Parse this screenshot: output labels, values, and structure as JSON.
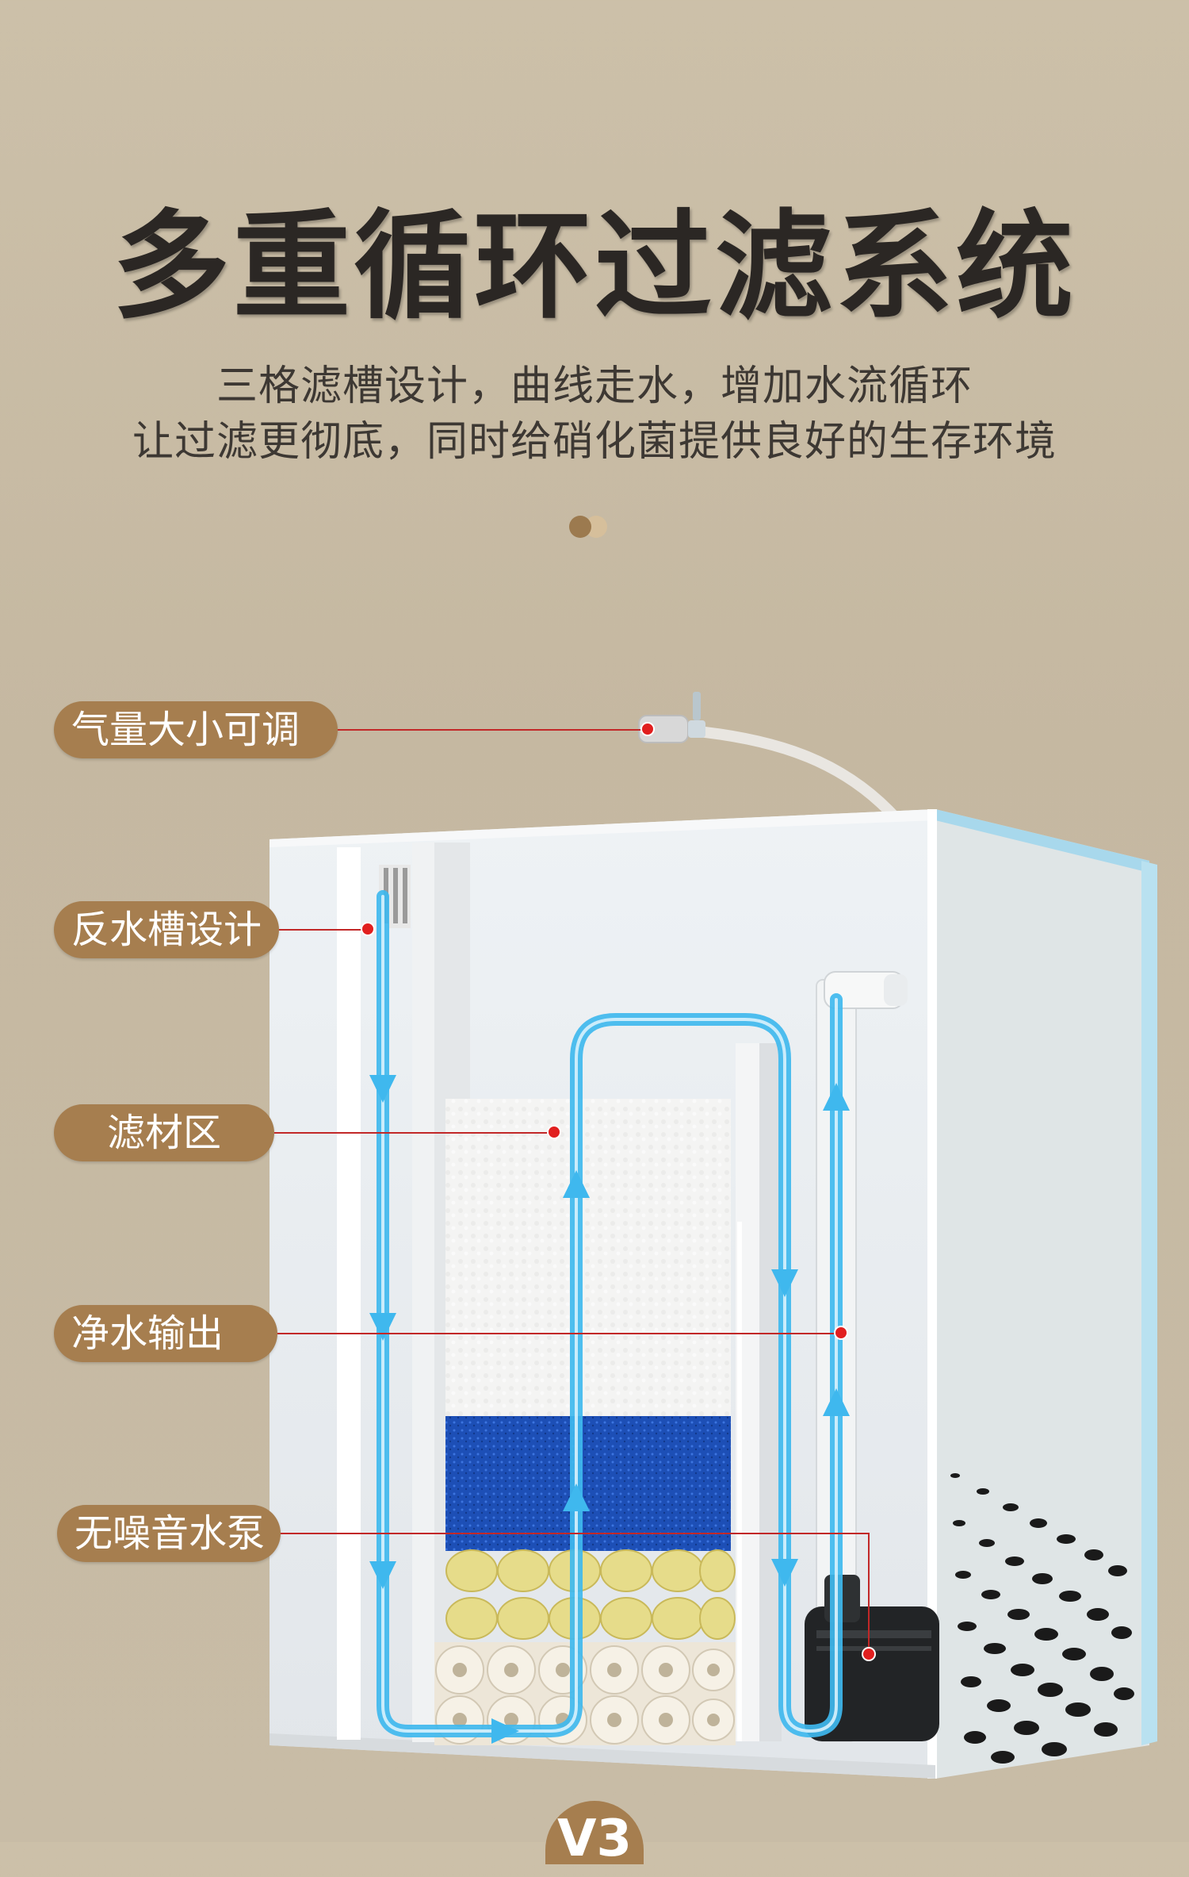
{
  "title": "多重循环过滤系统",
  "subtitle": {
    "line1": "三格滤槽设计，曲线走水，增加水流循环",
    "line2": "让过滤更彻底，同时给硝化菌提供良好的生存环境"
  },
  "pagination": {
    "active_index": 0,
    "count": 2
  },
  "callouts": [
    {
      "label": "气量大小可调"
    },
    {
      "label": "反水槽设计"
    },
    {
      "label": "滤材区"
    },
    {
      "label": "净水输出"
    },
    {
      "label": "无噪音水泵"
    }
  ],
  "badge": {
    "text": "V3"
  },
  "colors": {
    "background": "#c8bca6",
    "label_fill": "#a67e4f",
    "leader_line": "#c22828",
    "water_flow": "#3fb8ee",
    "sponge_blue": "#1b4fb8",
    "ceramic_yellow": "#e8dc8a"
  }
}
